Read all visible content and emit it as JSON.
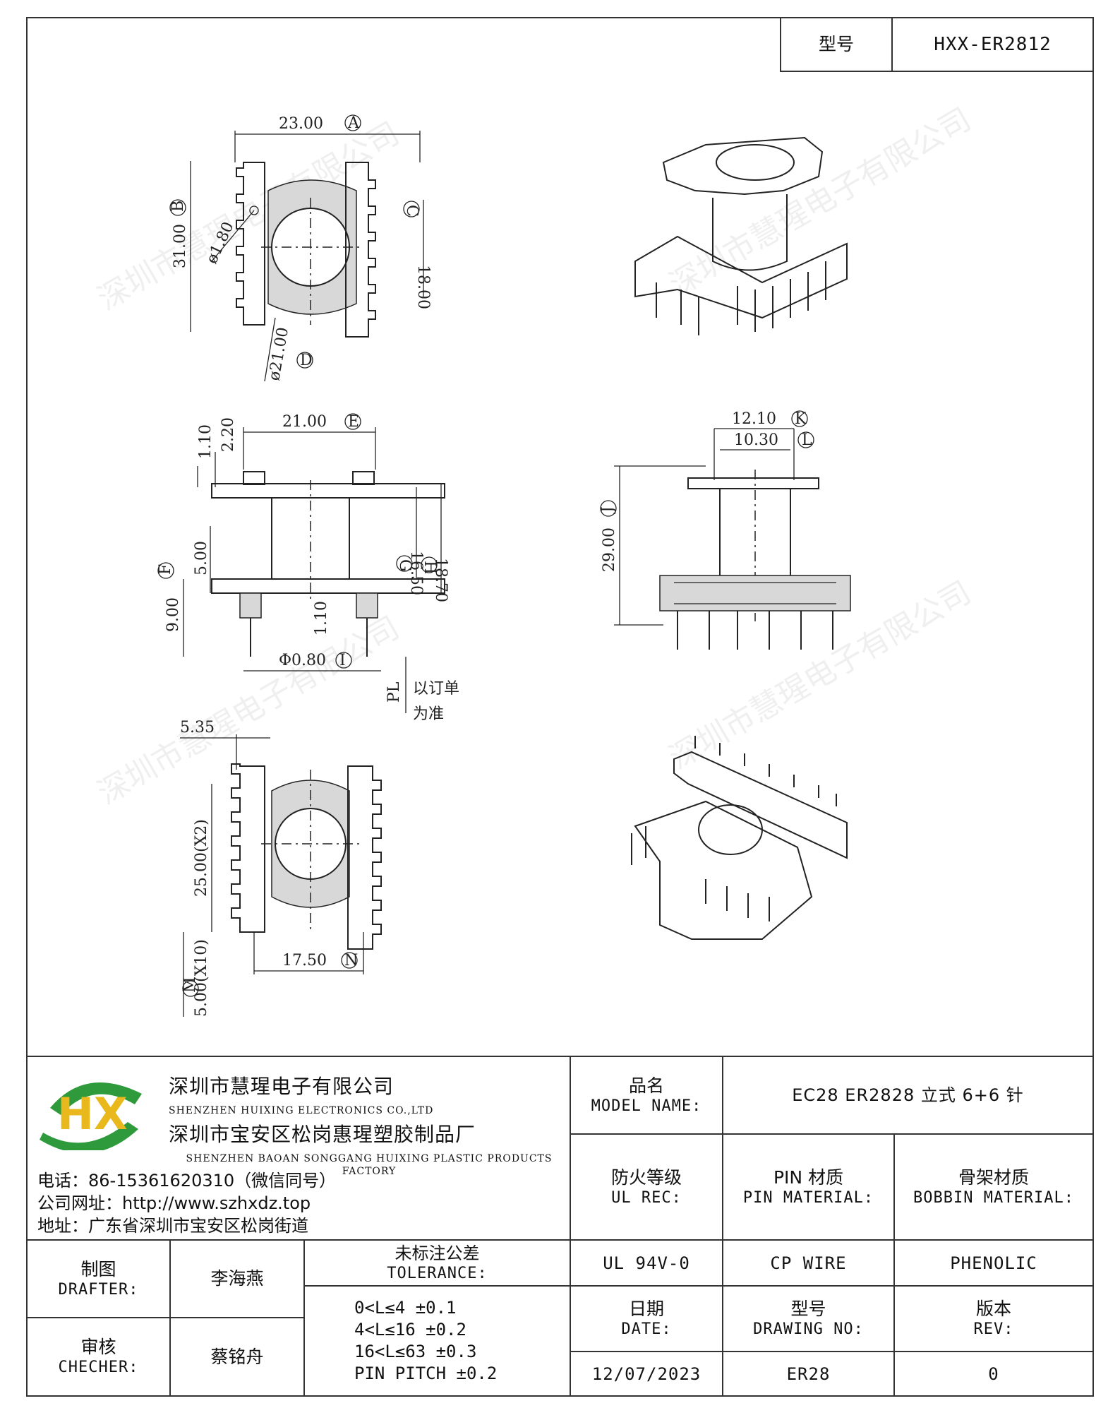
{
  "header": {
    "model_label": "型号",
    "model_value": "HXX-ER2812"
  },
  "dimensions": {
    "top_width": "23.00",
    "top_height": "31.00",
    "top_height2": "18.00",
    "hole_dia": "ø1.80",
    "round_dia": "ø21.00",
    "front_width": "21.00",
    "front_top1": "1.10",
    "front_top2": "2.20",
    "front_5": "5.00",
    "front_9": "9.00",
    "front_h1": "16.50",
    "front_h2": "18.70",
    "front_110": "1.10",
    "pin_dia": "Φ0.80",
    "pl_note1": "以订单",
    "pl_note2": "为准",
    "pl": "PL",
    "side_w1": "12.10",
    "side_w2": "10.30",
    "side_h": "29.00",
    "bottom_535": "5.35",
    "bottom_25": "25.00(X2)",
    "bottom_5": "5.00(X10)",
    "bottom_175": "17.50",
    "tag_a": "A",
    "tag_b": "B",
    "tag_c": "C",
    "tag_d": "D",
    "tag_e": "E",
    "tag_f": "F",
    "tag_g": "G",
    "tag_h": "H",
    "tag_i": "I",
    "tag_j": "J",
    "tag_k": "K",
    "tag_l": "L",
    "tag_m": "M",
    "tag_n": "N"
  },
  "watermark": "深圳市慧瑆电子有限公司",
  "company": {
    "logo_text": "HX",
    "name_cn": "深圳市慧瑆电子有限公司",
    "name_en": "SHENZHEN HUIXING ELECTRONICS CO.,LTD",
    "factory_cn": "深圳市宝安区松岗惠瑆塑胶制品厂",
    "factory_en": "SHENZHEN BAOAN SONGGANG HUIXING PLASTIC PRODUCTS FACTORY",
    "phone": "电话：86-15361620310（微信同号）",
    "website": "公司网址：http://www.szhxdz.top",
    "address": "地址：广东省深圳市宝安区松岗街道"
  },
  "title_block": {
    "model_name_cn": "品名",
    "model_name_en": "MODEL NAME:",
    "model_name_value": "EC28 ER2828 立式 6+6 针",
    "ul_cn": "防火等级",
    "ul_en": "UL REC:",
    "pin_cn": "PIN 材质",
    "pin_en": "PIN MATERIAL:",
    "bobbin_cn": "骨架材质",
    "bobbin_en": "BOBBIN MATERIAL:",
    "ul_value": "UL 94V-0",
    "pin_value": "CP WIRE",
    "bobbin_value": "PHENOLIC",
    "drafter_cn": "制图",
    "drafter_en": "DRAFTER:",
    "drafter_name": "李海燕",
    "checker_cn": "审核",
    "checker_en": "CHECHER:",
    "checker_name": "蔡铭舟",
    "tolerance_cn": "未标注公差",
    "tolerance_en": "TOLERANCE:",
    "tolerances": [
      "0<L≤4  ±0.1",
      "4<L≤16  ±0.2",
      "16<L≤63  ±0.3",
      "PIN PITCH  ±0.2"
    ],
    "date_cn": "日期",
    "date_en": "DATE:",
    "date_value": "12/07/2023",
    "drawing_cn": "型号",
    "drawing_en": "DRAWING NO:",
    "drawing_value": "ER28",
    "rev_cn": "版本",
    "rev_en": "REV:",
    "rev_value": "0"
  }
}
